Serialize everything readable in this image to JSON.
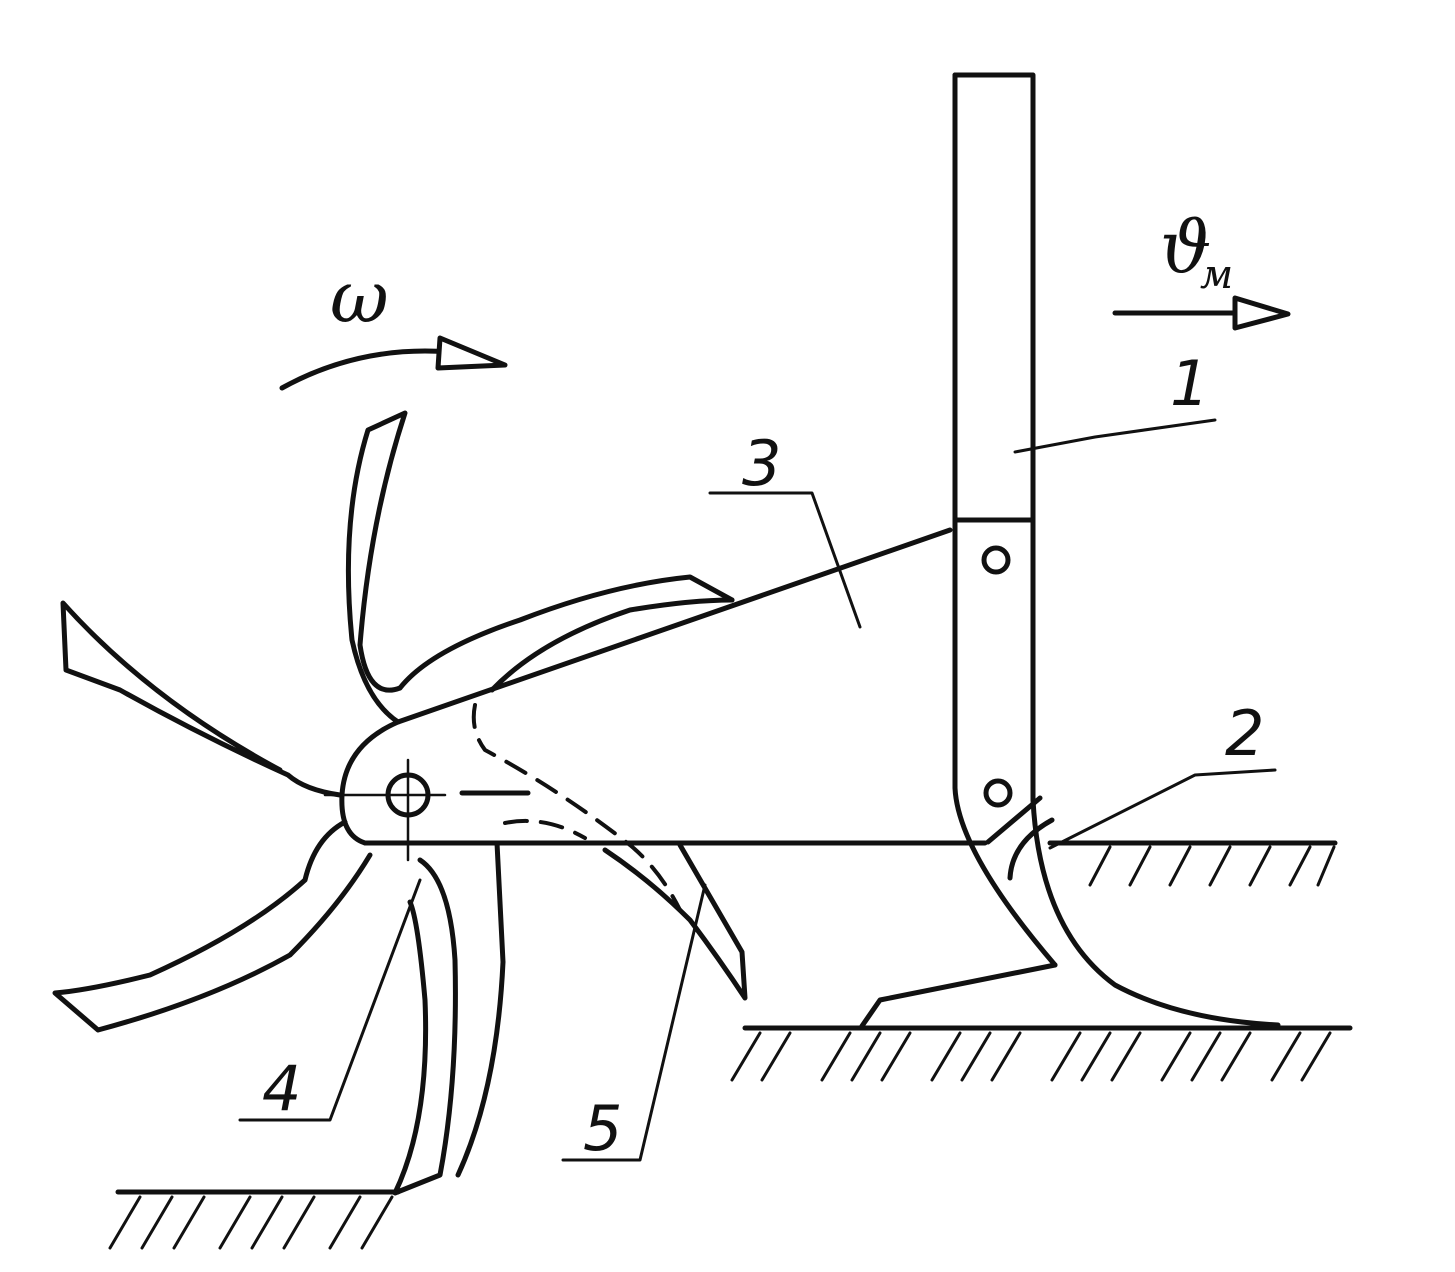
{
  "labels": {
    "p1": "1",
    "p2": "2",
    "p3": "3",
    "p4": "4",
    "p5": "5"
  },
  "symbols": {
    "omega": "ω",
    "velocity": "ϑ",
    "velocity_sub": "м"
  },
  "colors": {
    "ink": "#111111",
    "paper": "#ffffff"
  }
}
